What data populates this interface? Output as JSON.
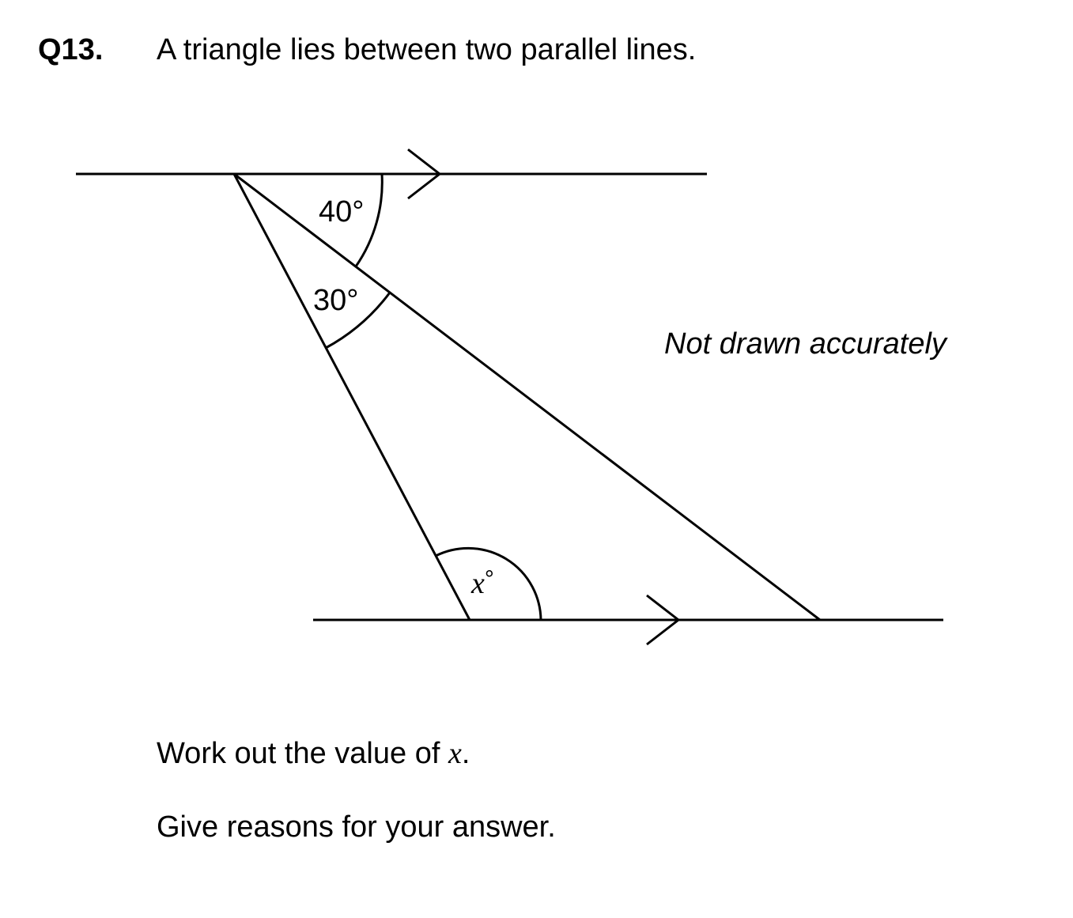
{
  "question": {
    "number": "Q13.",
    "text": "A triangle lies between two parallel lines."
  },
  "diagram": {
    "angle_top_exterior": "40°",
    "angle_top_interior": "30°",
    "angle_bottom_variable": "x",
    "angle_bottom_degree": "°",
    "note": "Not drawn accurately"
  },
  "instructions": {
    "line1_prefix": "Work out the value of ",
    "line1_var": "x",
    "line1_suffix": ".",
    "line2": "Give reasons for your answer."
  }
}
